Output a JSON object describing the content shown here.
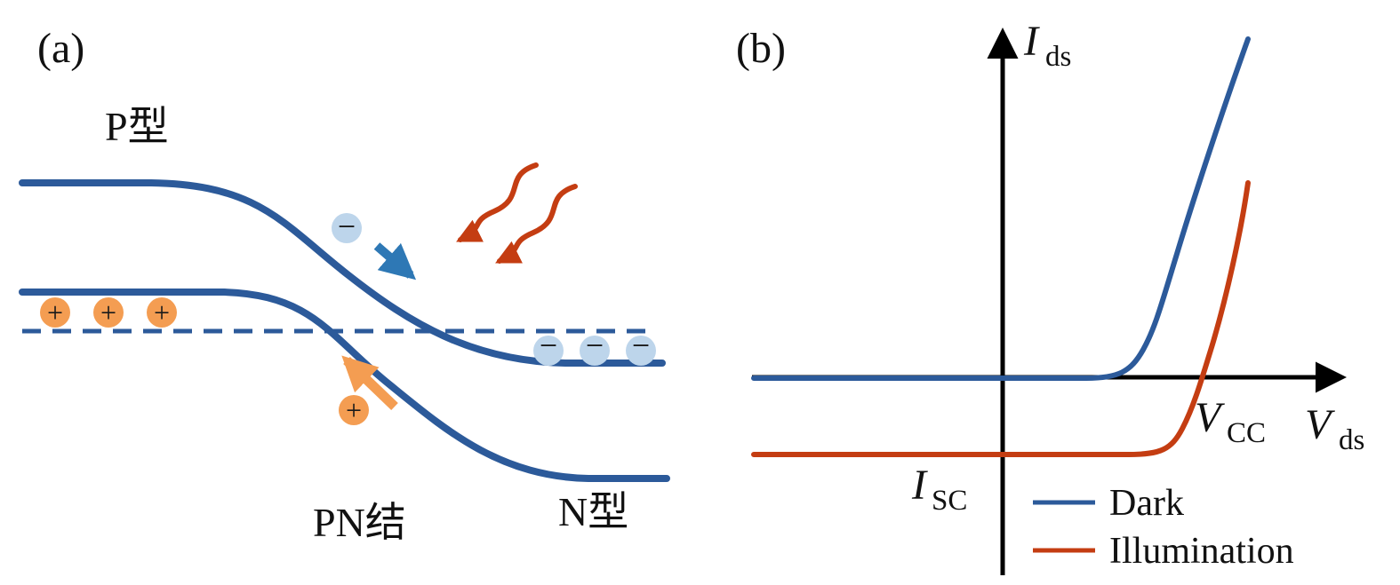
{
  "figure": {
    "background": "#ffffff"
  },
  "colors": {
    "band_blue": "#2c5a9a",
    "arrow_blue": "#2e78b5",
    "hole_orange": "#f49d52",
    "electron_blue": "#bdd5eb",
    "photon_red": "#c43d12",
    "dark_curve": "#2c5a9a",
    "illumination_curve": "#c43d12",
    "axis_black": "#000000"
  },
  "panel_a": {
    "tag": "(a)",
    "labels": {
      "p_type": "P型",
      "pn_junction": "PN结",
      "n_type": "N型"
    },
    "symbols": {
      "plus": "+",
      "minus": "−"
    }
  },
  "panel_b": {
    "tag": "(b)",
    "y_axis": {
      "main": "I",
      "sub": "ds"
    },
    "x_axis": {
      "main": "V",
      "sub": "ds"
    },
    "vcc": {
      "main": "V",
      "sub": "CC"
    },
    "isc": {
      "main": "I",
      "sub": "SC"
    },
    "legend": {
      "dark": "Dark",
      "illumination": "Illumination"
    }
  },
  "chart_data": {
    "type": "line",
    "title": "",
    "xlabel": "V_ds",
    "ylabel": "I_ds",
    "axis_style": "qualitative sketch, arrowed axes, no gridlines, no tick numbers",
    "series": [
      {
        "name": "Dark",
        "color": "#2c5a9a",
        "x": [
          0,
          0.57,
          0.62,
          0.66,
          0.7,
          0.74,
          0.78,
          0.82
        ],
        "y": [
          0,
          0,
          0.03,
          0.1,
          0.25,
          0.45,
          0.72,
          1.0
        ],
        "description": "flat at I = 0 then sharp exponential/linear rise (dark diode curve)"
      },
      {
        "name": "Illumination",
        "color": "#c43d12",
        "x": [
          0,
          0.64,
          0.68,
          0.72,
          0.75,
          0.78,
          0.82
        ],
        "y": [
          -0.22,
          -0.22,
          -0.18,
          -0.08,
          0.08,
          0.28,
          0.58
        ],
        "description": "flat at I = -I_SC then rises, crossing I = 0 near V_CC"
      }
    ],
    "annotations": [
      {
        "text": "V_CC",
        "position": "below x-axis at illumination curve zero-crossing"
      },
      {
        "text": "I_SC",
        "position": "left of y-axis at illumination flat (negative) level"
      }
    ],
    "legend_position": "bottom-right inside plot"
  }
}
